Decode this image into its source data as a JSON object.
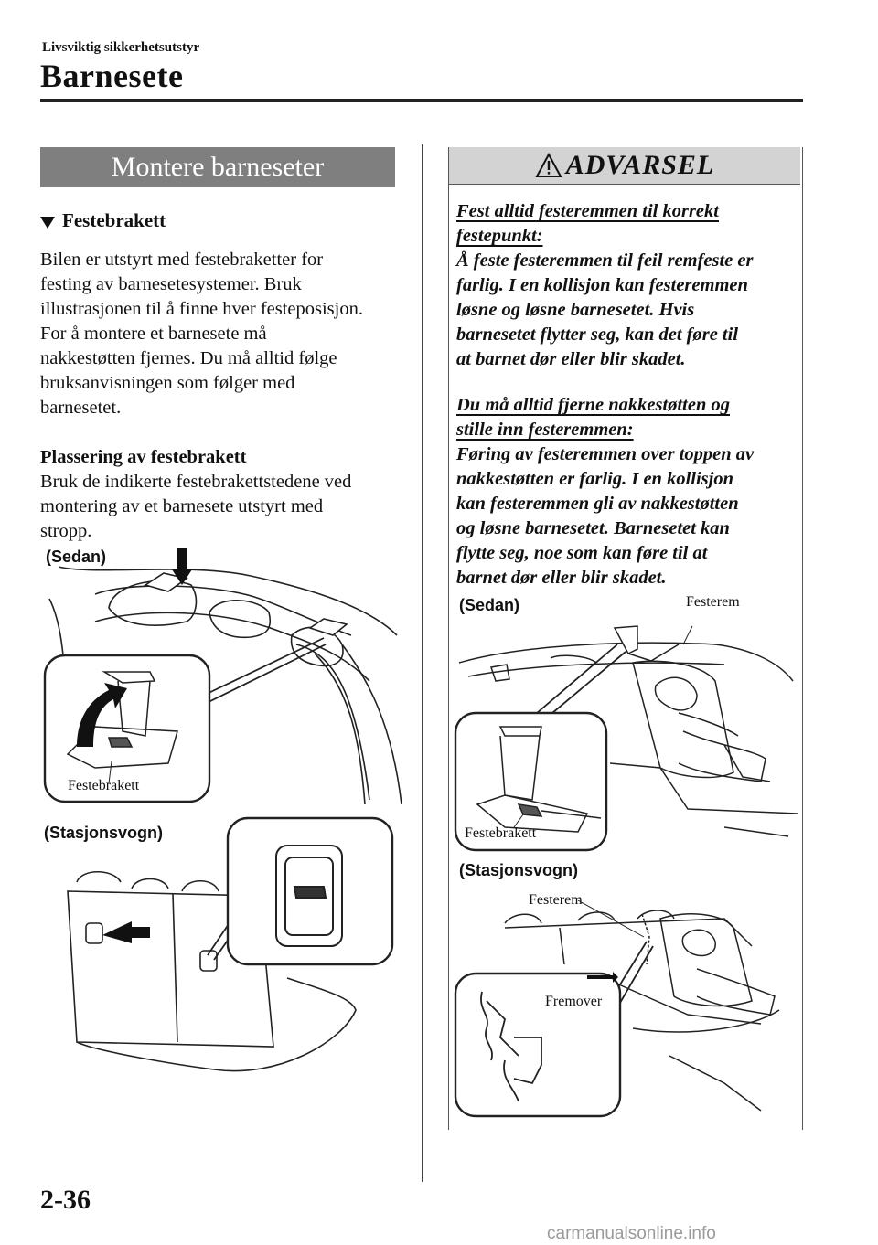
{
  "header": {
    "section": "Livsviktig sikkerhetsutstyr",
    "chapter": "Barnesete"
  },
  "left": {
    "banner": "Montere barneseter",
    "subhead": "Festebrakett",
    "paragraph1": [
      "Bilen er utstyrt med festebraketter for",
      "festing av barnesetesystemer. Bruk",
      "illustrasjonen til å finne hver festeposisjon.",
      "For å montere et barnesete må",
      "nakkestøtten fjernes. Du må alltid følge",
      "bruksanvisningen som følger med",
      "barnesetet."
    ],
    "subheading2": "Plassering av festebrakett",
    "paragraph2": [
      "Bruk de indikerte festebrakettstedene ved",
      "montering av et barnesete utstyrt med",
      "stropp."
    ],
    "figure_sedan": {
      "label": "(Sedan)",
      "callout": "Festebrakett"
    },
    "figure_wagon": {
      "label": "(Stasjonsvogn)"
    }
  },
  "right": {
    "warning_title": "ADVARSEL",
    "warning1_heading": [
      "Fest alltid festeremmen til korrekt",
      "festepunkt:"
    ],
    "warning1_body": [
      "Å feste festeremmen til feil remfeste er",
      "farlig. I en kollisjon kan festeremmen",
      "løsne og løsne barnesetet. Hvis",
      "barnesetet flytter seg, kan det føre til",
      "at barnet dør eller blir skadet."
    ],
    "warning2_heading": [
      "Du må alltid fjerne nakkestøtten og",
      "stille inn festeremmen:"
    ],
    "warning2_body": [
      "Føring av festeremmen over toppen av",
      "nakkestøtten er farlig. I en kollisjon",
      "kan festeremmen gli av nakkestøtten",
      "og løsne barnesetet. Barnesetet kan",
      "flytte seg, noe som kan føre til at",
      "barnet dør eller blir skadet."
    ],
    "figure_sedan": {
      "label": "(Sedan)",
      "callout_strap": "Festerem",
      "callout_bracket": "Festebrakett"
    },
    "figure_wagon": {
      "label": "(Stasjonsvogn)",
      "callout_strap": "Festerem",
      "callout_forward": "Fremover"
    }
  },
  "footer": {
    "page_number": "2-36",
    "watermark": "carmanualsonline.info"
  }
}
